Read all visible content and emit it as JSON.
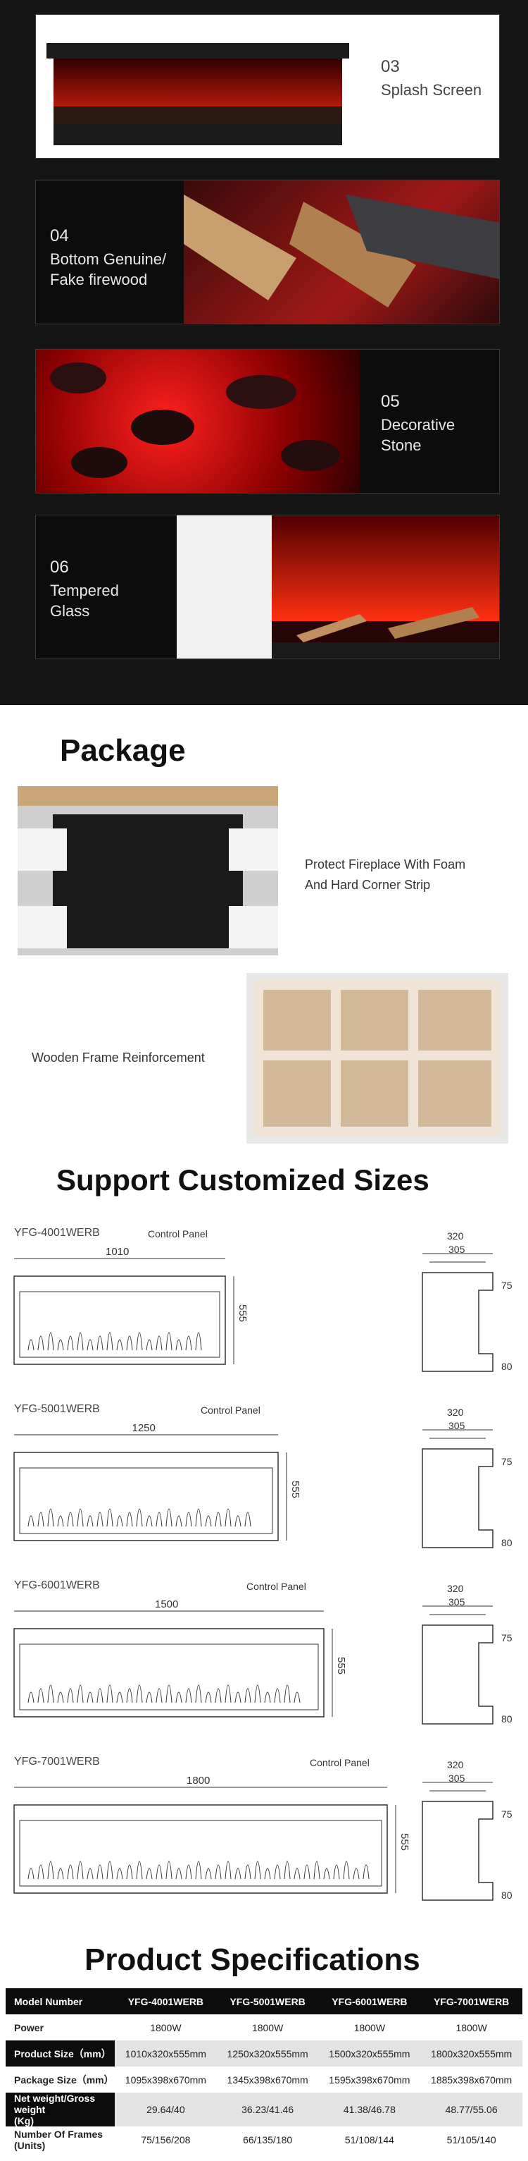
{
  "features": [
    {
      "number": "03",
      "title": "Splash Screen"
    },
    {
      "number": "04",
      "title": "Bottom Genuine/\nFake firewood"
    },
    {
      "number": "05",
      "title": "Decorative\nStone"
    },
    {
      "number": "06",
      "title": "Tempered\nGlass"
    }
  ],
  "package": {
    "title": "Package",
    "caption1": "Protect Fireplace With Foam\nAnd Hard Corner Strip",
    "caption2": "Wooden Frame Reinforcement"
  },
  "sizes": {
    "title": "Support Customized Sizes",
    "control_panel": "Control Panel",
    "models": [
      {
        "name": "YFG-4001WERB",
        "width": "1010",
        "height": "555",
        "depth": "320",
        "inner": "305",
        "top": "75",
        "bottom": "80"
      },
      {
        "name": "YFG-5001WERB",
        "width": "1250",
        "height": "555",
        "depth": "320",
        "inner": "305",
        "top": "75",
        "bottom": "80"
      },
      {
        "name": "YFG-6001WERB",
        "width": "1500",
        "height": "555",
        "depth": "320",
        "inner": "305",
        "top": "75",
        "bottom": "80"
      },
      {
        "name": "YFG-7001WERB",
        "width": "1800",
        "height": "555",
        "depth": "320",
        "inner": "305",
        "top": "75",
        "bottom": "80"
      }
    ]
  },
  "specs": {
    "title": "Product Specifications",
    "header": [
      "Model Number",
      "YFG-4001WERB",
      "YFG-5001WERB",
      "YFG-6001WERB",
      "YFG-7001WERB"
    ],
    "rows": [
      [
        "Power",
        "1800W",
        "1800W",
        "1800W",
        "1800W"
      ],
      [
        "Product Size（mm）",
        "1010x320x555mm",
        "1250x320x555mm",
        "1500x320x555mm",
        "1800x320x555mm"
      ],
      [
        "Package Size（mm）",
        "1095x398x670mm",
        "1345x398x670mm",
        "1595x398x670mm",
        "1885x398x670mm"
      ],
      [
        "Net weight/Gross weight\n(Kg)",
        "29.64/40",
        "36.23/41.46",
        "41.38/46.78",
        "48.77/55.06"
      ],
      [
        "Number Of Frames (Units)",
        "75/156/208",
        "66/135/180",
        "51/108/144",
        "51/105/140"
      ]
    ]
  }
}
